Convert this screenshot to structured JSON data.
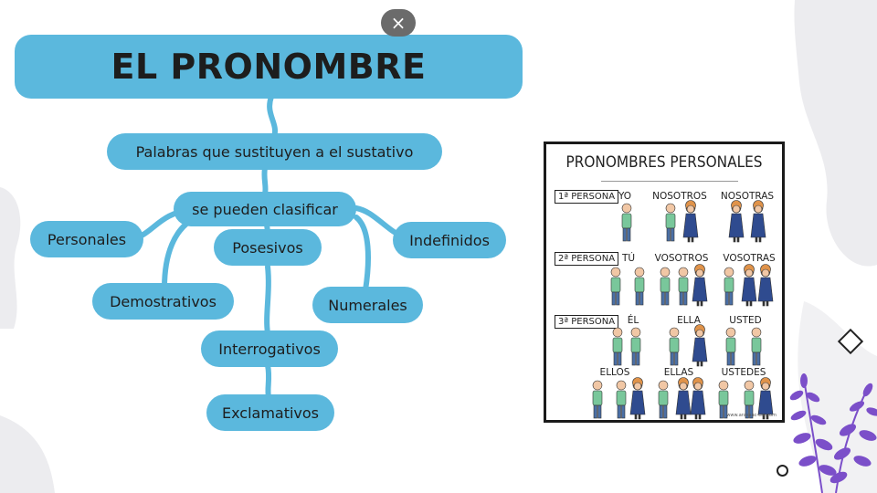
{
  "diagram": {
    "title": "EL PRONOMBRE",
    "definition": "Palabras que sustituyen a el sustativo",
    "classify": "se pueden clasificar",
    "types": {
      "personales": "Personales",
      "posesivos": "Posesivos",
      "indefinidos": "Indefinidos",
      "demostrativos": "Demostrativos",
      "numerales": "Numerales",
      "interrogativos": "Interrogativos",
      "exclamativos": "Exclamativos"
    }
  },
  "close_icon": "×",
  "poster": {
    "title": "PRONOMBRES PERSONALES",
    "rows": {
      "first": "1ª PERSONA",
      "second": "2ª PERSONA",
      "third": "3ª PERSONA"
    },
    "words": {
      "yo": "YO",
      "nosotros": "NOSOTROS",
      "nosotras": "NOSOTRAS",
      "tu": "TÚ",
      "vosotros": "VOSOTROS",
      "vosotras": "VOSOTRAS",
      "el": "ÉL",
      "ella": "ELLA",
      "usted": "USTED",
      "ellos": "ELLOS",
      "ellas": "ELLAS",
      "ustedes": "USTEDES"
    },
    "credit": "www.arasaac-ele.com"
  },
  "colors": {
    "node_fill": "#5bb8dd",
    "connector": "#5bb8dd",
    "lavender": "#7b4fc9",
    "blob": "#ececef"
  }
}
